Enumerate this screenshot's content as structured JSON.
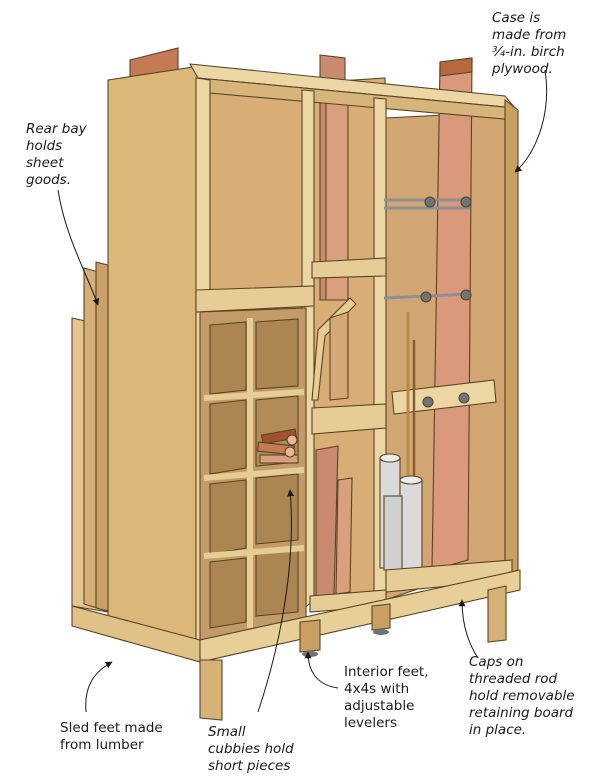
{
  "callouts": {
    "case": "Case is\nmade from\n¾-in. birch\nplywood.",
    "rear_bay": "Rear bay\nholds\nsheet\ngoods.",
    "interior_feet": "Interior feet,\n4x4s with\nadjustable\nlevelers",
    "caps": "Caps on\nthreaded rod\nhold removable\nretaining board\nin place.",
    "sled_feet": "Sled feet made\nfrom lumber",
    "cubbies": "Small\ncubbies hold\nshort pieces"
  },
  "colors": {
    "plywood_light": "#ecd7a4",
    "plywood_mid": "#dcb778",
    "plywood_dark": "#c9a064",
    "plywood_back": "#d4a977",
    "interior_shadow": "#b98f5a",
    "board_pink": "#d9a07e",
    "board_rust": "#b6693f",
    "pipe_gray": "#dadada",
    "rod_gray": "#8a9095",
    "ink": "#5a4426",
    "text": "#1a1a1a"
  },
  "icons": [
    "arrow-icon"
  ]
}
